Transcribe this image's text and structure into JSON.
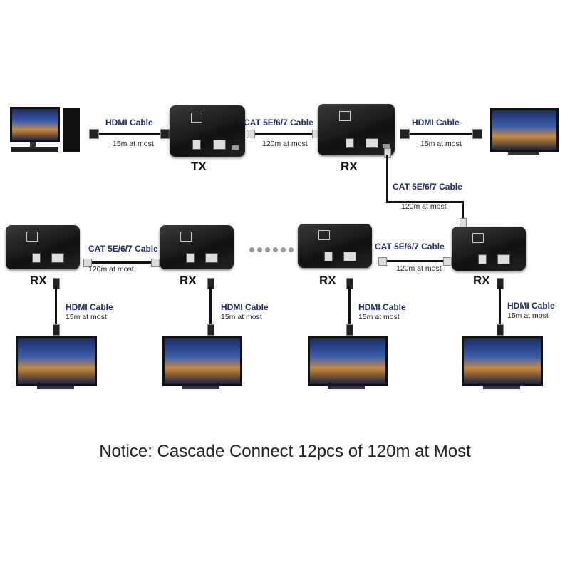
{
  "top_row": {
    "hdmi_in": {
      "label": "HDMI Cable",
      "sub": "15m at most"
    },
    "cat_link": {
      "label": "CAT 5E/6/7 Cable",
      "sub": "120m at most"
    },
    "hdmi_out": {
      "label": "HDMI Cable",
      "sub": "15m at most"
    },
    "tx_label": "TX",
    "rx_label": "RX"
  },
  "cascade_link": {
    "label": "CAT 5E/6/7 Cable",
    "sub": "120m at most"
  },
  "bottom_row": {
    "rx_labels": [
      "RX",
      "RX",
      "RX",
      "RX"
    ],
    "cat_links": [
      {
        "label": "CAT 5E/6/7 Cable",
        "sub": "120m at most"
      },
      {
        "label": "CAT 5E/6/7 Cable",
        "sub": "120m at most"
      }
    ],
    "hdmi_links": [
      {
        "label": "HDMI Cable",
        "sub": "15m at most"
      },
      {
        "label": "HDMI Cable",
        "sub": "15m at most"
      },
      {
        "label": "HDMI Cable",
        "sub": "15m at most"
      },
      {
        "label": "HDMI Cable",
        "sub": "15m at most"
      }
    ]
  },
  "notice": "Notice: Cascade Connect 12pcs of 120m at Most",
  "colors": {
    "label": "#1e2a6e",
    "device": "#1a1a1a"
  }
}
